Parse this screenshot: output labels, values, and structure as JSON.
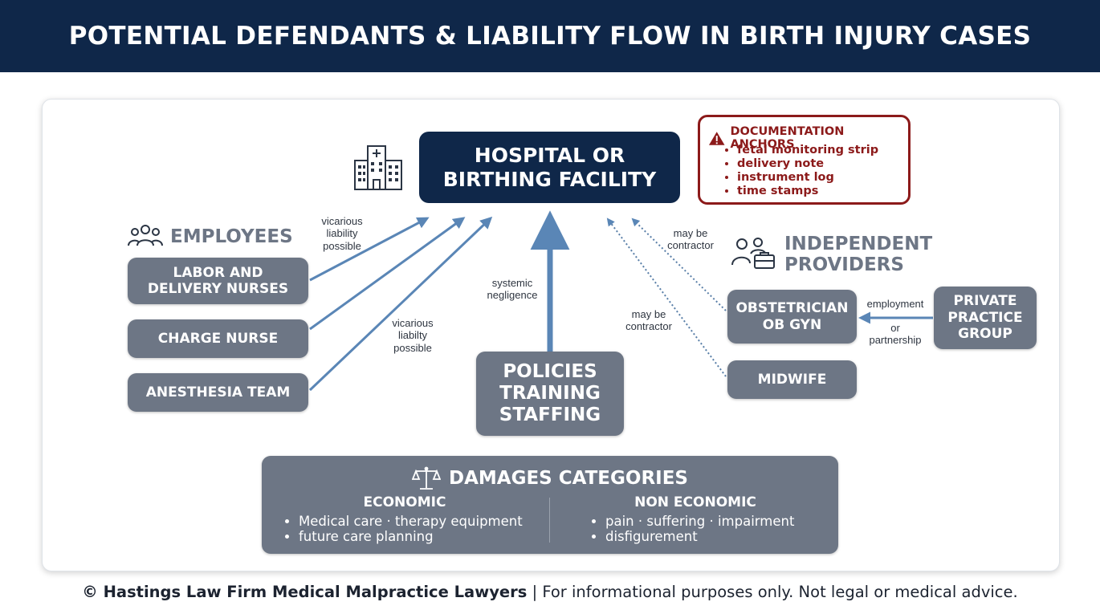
{
  "header": {
    "title": "POTENTIAL DEFENDANTS & LIABILITY FLOW IN BIRTH INJURY CASES"
  },
  "hospital": {
    "line1": "HOSPITAL OR",
    "line2": "BIRTHING FACILITY",
    "icon": "hospital-building-icon"
  },
  "documentation": {
    "title": "DOCUMENTATION ANCHORS",
    "icon": "warning-triangle-icon",
    "items": [
      "fetal monitoring strip",
      "delivery note",
      "instrument log",
      "time stamps"
    ]
  },
  "employees": {
    "title": "EMPLOYEES",
    "icon": "people-group-icon",
    "items": [
      {
        "line1": "LABOR AND",
        "line2": "DELIVERY NURSES"
      },
      {
        "line1": "CHARGE NURSE",
        "line2": ""
      },
      {
        "line1": "ANESTHESIA TEAM",
        "line2": ""
      }
    ]
  },
  "notes": {
    "vicarious_top": [
      "vicarious",
      "liability",
      "possible"
    ],
    "vicarious_bottom": [
      "vicarious",
      "liabilty",
      "possible"
    ],
    "systemic": [
      "systemic",
      "negligence"
    ],
    "contractor_top": [
      "may be",
      "contractor"
    ],
    "contractor_mid": [
      "may be",
      "contractor"
    ],
    "employment": [
      "employment"
    ],
    "partnership": [
      "or",
      "partnership"
    ]
  },
  "policies": {
    "lines": [
      "POLICIES",
      "TRAINING",
      "STAFFING"
    ]
  },
  "independent": {
    "title_line1": "INDEPENDENT",
    "title_line2": "PROVIDERS",
    "icon": "providers-briefcase-icon",
    "obgyn": {
      "line1": "OBSTETRICIAN",
      "line2": "OB GYN"
    },
    "midwife": "MIDWIFE",
    "private_group": {
      "line1": "PRIVATE",
      "line2": "PRACTICE",
      "line3": "GROUP"
    }
  },
  "damages": {
    "title": "DAMAGES CATEGORIES",
    "icon": "scales-icon",
    "economic": {
      "heading": "ECONOMIC",
      "items": [
        "Medical care · therapy equipment",
        "future care planning"
      ]
    },
    "non_economic": {
      "heading": "NON ECONOMIC",
      "items": [
        "pain · suffering · impairment",
        "disfigurement"
      ]
    }
  },
  "footer": {
    "bold": "© Hastings Law Firm Medical Malpractice Lawyers",
    "rest": " | For informational purposes only. Not legal or medical advice."
  },
  "colors": {
    "navy": "#0f2749",
    "slate": "#6d7685",
    "arrow": "#5a86b6",
    "alert": "#8c1a1a"
  }
}
